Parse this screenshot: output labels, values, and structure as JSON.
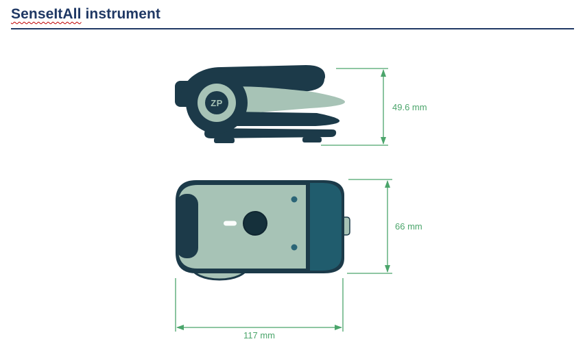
{
  "header": {
    "title_highlight": "SenseItAll",
    "title_rest": " instrument"
  },
  "device": {
    "logo_text": "ZP"
  },
  "dimensions": {
    "height_label": "49.6 mm",
    "width_label": "66 mm",
    "length_label": "117 mm"
  },
  "colors": {
    "title_navy": "#1f3864",
    "spellcheck_red": "#c00000",
    "body_dark": "#1c3a49",
    "body_teal": "#205c6d",
    "body_sage": "#a7c3b6",
    "dimension_green": "#4ba56b",
    "lens_dark": "#15303b",
    "background": "#ffffff"
  }
}
